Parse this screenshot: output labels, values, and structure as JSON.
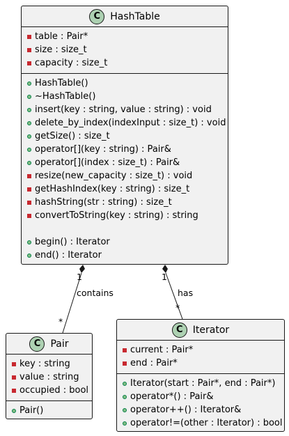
{
  "classes": {
    "hashtable": {
      "badge": "C",
      "name": "HashTable",
      "attributes": [
        {
          "vis": "private",
          "text": "table : Pair*"
        },
        {
          "vis": "private",
          "text": "size : size_t"
        },
        {
          "vis": "private",
          "text": "capacity : size_t"
        }
      ],
      "methods": [
        {
          "vis": "public",
          "text": "HashTable()"
        },
        {
          "vis": "public",
          "text": "~HashTable()"
        },
        {
          "vis": "public",
          "text": "insert(key : string, value : string) : void"
        },
        {
          "vis": "public",
          "text": "delete_by_index(indexInput : size_t) : void"
        },
        {
          "vis": "public",
          "text": "getSize() : size_t"
        },
        {
          "vis": "public",
          "text": "operator[](key : string) : Pair&"
        },
        {
          "vis": "public",
          "text": "operator[](index : size_t) : Pair&"
        },
        {
          "vis": "private",
          "text": "resize(new_capacity : size_t) : void"
        },
        {
          "vis": "private",
          "text": "getHashIndex(key : string) : size_t"
        },
        {
          "vis": "private",
          "text": "hashString(str : string) : size_t"
        },
        {
          "vis": "private",
          "text": "convertToString(key : string) : string"
        },
        {
          "vis": "gap",
          "text": ""
        },
        {
          "vis": "public",
          "text": "begin() : Iterator"
        },
        {
          "vis": "public",
          "text": "end() : Iterator"
        }
      ]
    },
    "pair": {
      "badge": "C",
      "name": "Pair",
      "attributes": [
        {
          "vis": "private",
          "text": "key : string"
        },
        {
          "vis": "private",
          "text": "value : string"
        },
        {
          "vis": "private",
          "text": "occupied : bool"
        }
      ],
      "methods": [
        {
          "vis": "public",
          "text": "Pair()"
        }
      ]
    },
    "iterator": {
      "badge": "C",
      "name": "Iterator",
      "attributes": [
        {
          "vis": "private",
          "text": "current : Pair*"
        },
        {
          "vis": "private",
          "text": "end : Pair*"
        }
      ],
      "methods": [
        {
          "vis": "public",
          "text": "Iterator(start : Pair*, end : Pair*)"
        },
        {
          "vis": "public",
          "text": "operator*() : Pair&"
        },
        {
          "vis": "public",
          "text": "operator++() : Iterator&"
        },
        {
          "vis": "public",
          "text": "operator!=(other : Iterator) : bool"
        }
      ]
    }
  },
  "relations": {
    "contains": {
      "label": "contains",
      "source_mult": "1",
      "target_mult": "*"
    },
    "has": {
      "label": "has",
      "source_mult": "1",
      "target_mult": "*"
    }
  },
  "colors": {
    "class_fill": "#f1f1f1",
    "border": "#181818",
    "badge_fill": "#add1b2",
    "public_fill": "#84be84",
    "private_fill": "#c82930"
  }
}
